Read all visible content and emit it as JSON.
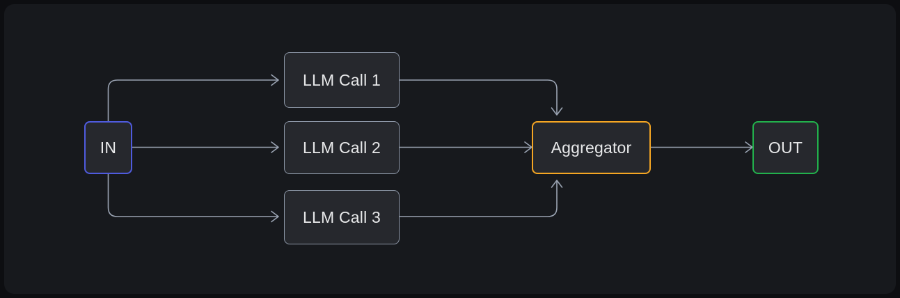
{
  "canvas": {
    "background_color": "#17191d",
    "page_background_color": "#0d0e11",
    "title": "Parallelization workflow diagram"
  },
  "diagram": {
    "type": "flowchart",
    "direction": "left-to-right",
    "nodes": [
      {
        "id": "in",
        "label": "IN",
        "role": "input",
        "border_color": "#4f5bde",
        "fill_color": "#26282d",
        "text_color": "#e8e9ea"
      },
      {
        "id": "llm1",
        "label": "LLM Call 1",
        "role": "worker",
        "border_color": "#8c96a6",
        "fill_color": "#26282d",
        "text_color": "#e8e9ea"
      },
      {
        "id": "llm2",
        "label": "LLM Call 2",
        "role": "worker",
        "border_color": "#8c96a6",
        "fill_color": "#26282d",
        "text_color": "#e8e9ea"
      },
      {
        "id": "llm3",
        "label": "LLM Call 3",
        "role": "worker",
        "border_color": "#8c96a6",
        "fill_color": "#26282d",
        "text_color": "#e8e9ea"
      },
      {
        "id": "aggregator",
        "label": "Aggregator",
        "role": "aggregator",
        "border_color": "#f5a623",
        "fill_color": "#26282d",
        "text_color": "#e8e9ea"
      },
      {
        "id": "out",
        "label": "OUT",
        "role": "output",
        "border_color": "#22b14c",
        "fill_color": "#26282d",
        "text_color": "#e8e9ea"
      }
    ],
    "edges": [
      {
        "id": "in-llm1",
        "from": "in",
        "to": "llm1",
        "label": "",
        "arrow": "open-chevron",
        "direction": "right"
      },
      {
        "id": "in-llm2",
        "from": "in",
        "to": "llm2",
        "label": "",
        "arrow": "open-chevron",
        "direction": "right"
      },
      {
        "id": "in-llm3",
        "from": "in",
        "to": "llm3",
        "label": "",
        "arrow": "open-chevron",
        "direction": "right"
      },
      {
        "id": "llm1-aggregator",
        "from": "llm1",
        "to": "aggregator",
        "label": "",
        "arrow": "open-chevron",
        "direction": "down"
      },
      {
        "id": "llm2-aggregator",
        "from": "llm2",
        "to": "aggregator",
        "label": "",
        "arrow": "open-chevron",
        "direction": "right"
      },
      {
        "id": "llm3-aggregator",
        "from": "llm3",
        "to": "aggregator",
        "label": "",
        "arrow": "open-chevron",
        "direction": "up"
      },
      {
        "id": "aggregator-out",
        "from": "aggregator",
        "to": "out",
        "label": "",
        "arrow": "open-chevron",
        "direction": "right"
      }
    ],
    "edge_color": "#9aa3b2",
    "edge_width": 1.6
  }
}
